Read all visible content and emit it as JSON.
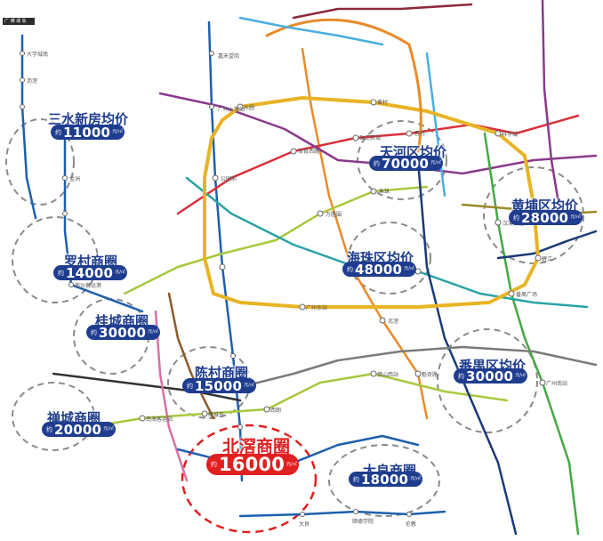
{
  "map_header_label": "广 佛 城 轨",
  "districts": [
    {
      "id": "sanshui",
      "name": "三水新房均价",
      "prefix": "约",
      "price": "11000",
      "unit": "元/㎡",
      "highlight": false
    },
    {
      "id": "tianhe",
      "name": "天河区均价",
      "prefix": "约",
      "price": "70000",
      "unit": "元/㎡",
      "highlight": false
    },
    {
      "id": "huangpu",
      "name": "黄埔区均价",
      "prefix": "约",
      "price": "28000",
      "unit": "元/㎡",
      "highlight": false
    },
    {
      "id": "luocun",
      "name": "罗村商圈",
      "prefix": "约",
      "price": "14000",
      "unit": "元/㎡",
      "highlight": false
    },
    {
      "id": "haizhu",
      "name": "海珠区均价",
      "prefix": "约",
      "price": "48000",
      "unit": "元/㎡",
      "highlight": false
    },
    {
      "id": "guicheng",
      "name": "桂城商圈",
      "prefix": "约",
      "price": "30000",
      "unit": "元/㎡",
      "highlight": false
    },
    {
      "id": "chencun",
      "name": "陈村商圈",
      "prefix": "约",
      "price": "15000",
      "unit": "元/㎡",
      "highlight": false
    },
    {
      "id": "panyu",
      "name": "番禺区均价",
      "prefix": "约",
      "price": "30000",
      "unit": "元/㎡",
      "highlight": false
    },
    {
      "id": "chancheng",
      "name": "禅城商圈",
      "prefix": "约",
      "price": "20000",
      "unit": "元/㎡",
      "highlight": false
    },
    {
      "id": "beijiao",
      "name": "北滘商圈",
      "prefix": "约",
      "price": "16000",
      "unit": "元/㎡",
      "highlight": true
    },
    {
      "id": "daliang",
      "name": "大良商圈",
      "prefix": "约",
      "price": "18000",
      "unit": "元/㎡",
      "highlight": false
    }
  ],
  "stations": [
    "嘉禾望岗",
    "广州火车站",
    "公园前",
    "体育西路",
    "珠江新城",
    "客村",
    "万胜围",
    "鱼珠",
    "汉溪长隆",
    "番禺广场",
    "广州南站",
    "北滘",
    "魁奇路",
    "西朗",
    "南海客运站",
    "新城东",
    "佛山西站",
    "大良",
    "顺德学院",
    "伦教",
    "陈村",
    "碧江",
    "广州东站",
    "东圃",
    "黄村",
    "科学城",
    "大学城南",
    "沥滘",
    "金洲",
    "南沙客运港"
  ],
  "colors": {
    "title_blue": "#1f3d8f",
    "highlight_red": "#e02020",
    "circle_dashed": "#8a8a8a",
    "line_red": "#d9303a",
    "line_yellow": "#e8b424",
    "line_green": "#44a844",
    "line_darkblue": "#1e5fae",
    "line_purple": "#8a3a8c",
    "line_orange": "#e88b2a",
    "line_teal": "#2aa3a6",
    "line_lightgreen": "#a8c83c",
    "line_lightblue": "#4aaee0",
    "line_gray": "#7a7a7a",
    "line_darkred": "#8c2a3a",
    "line_olive": "#9a8a2a",
    "line_brown": "#8b5a2b",
    "line_pink": "#d870a6",
    "line_black": "#333333",
    "line_navy": "#1b3a78"
  }
}
